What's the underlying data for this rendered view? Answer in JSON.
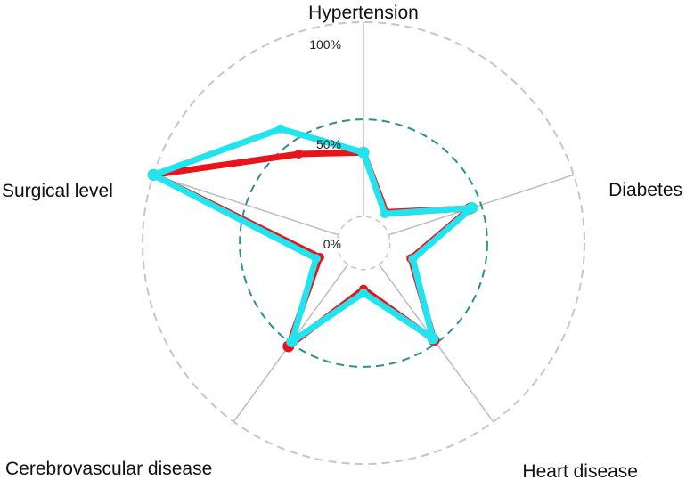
{
  "chart_data": {
    "type": "radar",
    "axes": [
      "Hypertension",
      "Diabetes",
      "Heart disease",
      "Cerebrovascular disease",
      "Surgical level"
    ],
    "ring_labels": [
      "0%",
      "50%",
      "100%"
    ],
    "rlim": [
      0,
      100
    ],
    "center_offset": 0.12,
    "series": [
      {
        "color": "#e8141a",
        "values": [
          33,
          44,
          48,
          52,
          100
        ],
        "inner_values": [
          6,
          12,
          10,
          10,
          43
        ]
      },
      {
        "color": "#22e4ee",
        "values": [
          33,
          45,
          47,
          49,
          100
        ],
        "inner_values": [
          5,
          13,
          12,
          12,
          59
        ]
      }
    ],
    "colors": {
      "outer_ring": "#c6c6c6",
      "mid_ring": "#2f8f8f",
      "spoke": "#bdbdbd"
    }
  }
}
